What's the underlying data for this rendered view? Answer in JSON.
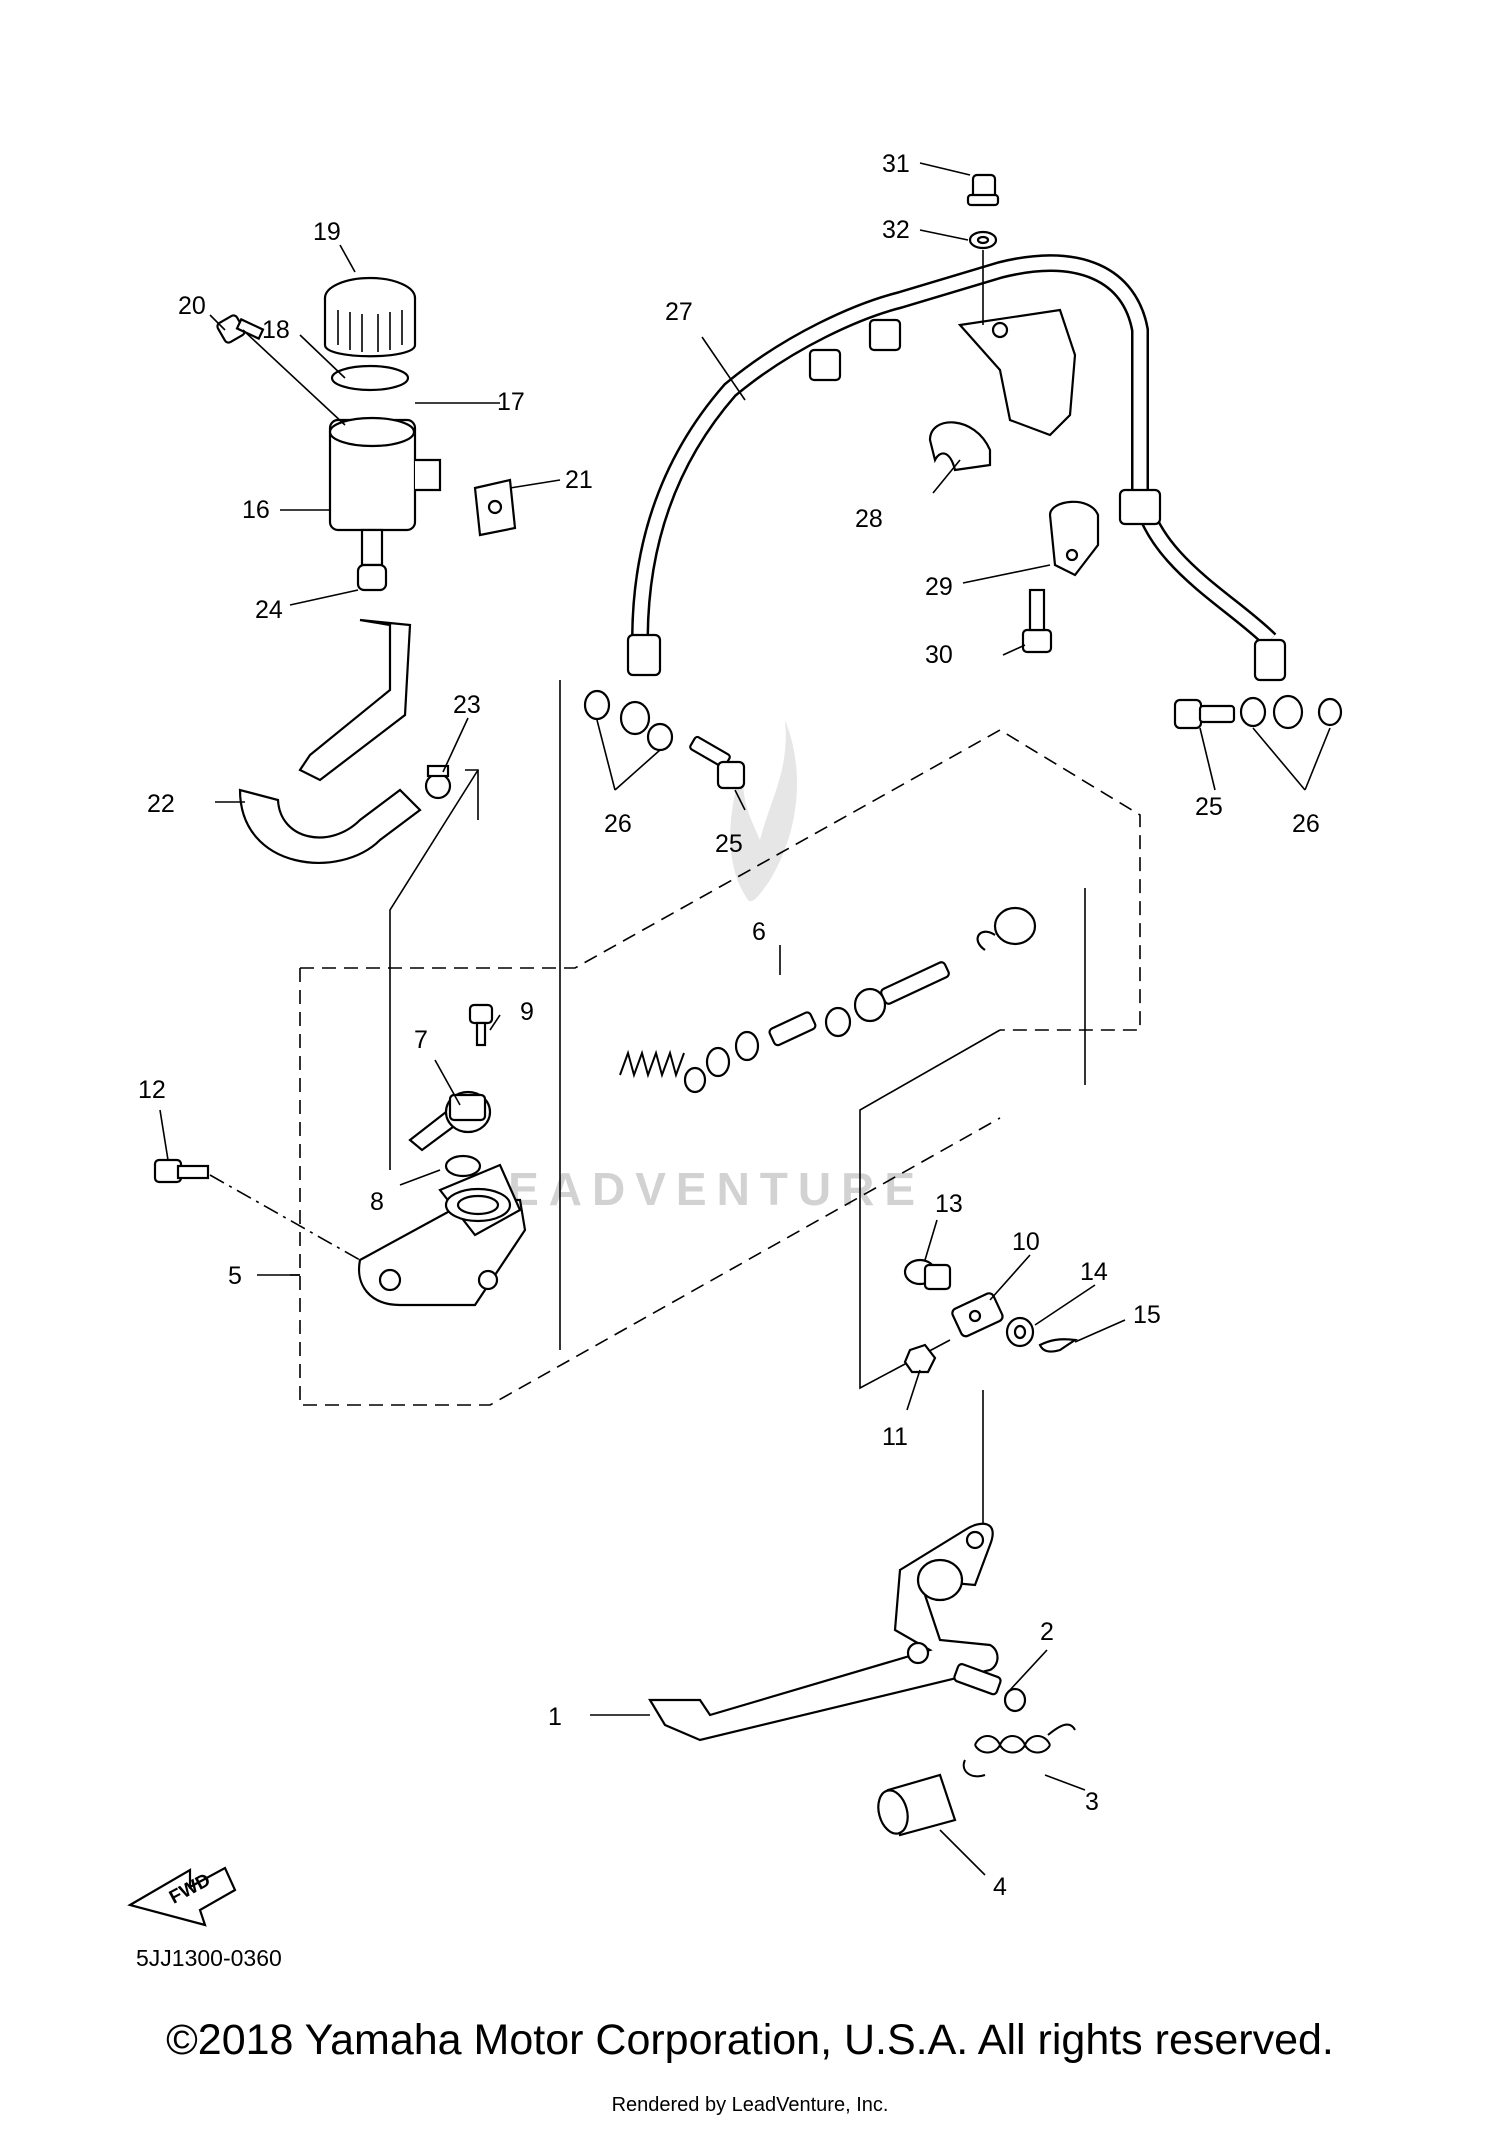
{
  "diagram": {
    "part_code": "5JJ1300-0360",
    "fwd_label": "FWD",
    "watermark": "LEADVENTURE",
    "callouts": [
      "1",
      "2",
      "3",
      "4",
      "5",
      "6",
      "7",
      "8",
      "9",
      "10",
      "11",
      "12",
      "13",
      "14",
      "15",
      "16",
      "17",
      "18",
      "19",
      "20",
      "21",
      "22",
      "23",
      "24",
      "25",
      "25",
      "26",
      "26",
      "27",
      "28",
      "29",
      "30",
      "31",
      "32"
    ]
  },
  "footer": {
    "copyright": "©2018 Yamaha Motor Corporation, U.S.A. All rights reserved.",
    "rendered_by": "Rendered by LeadVenture, Inc."
  }
}
